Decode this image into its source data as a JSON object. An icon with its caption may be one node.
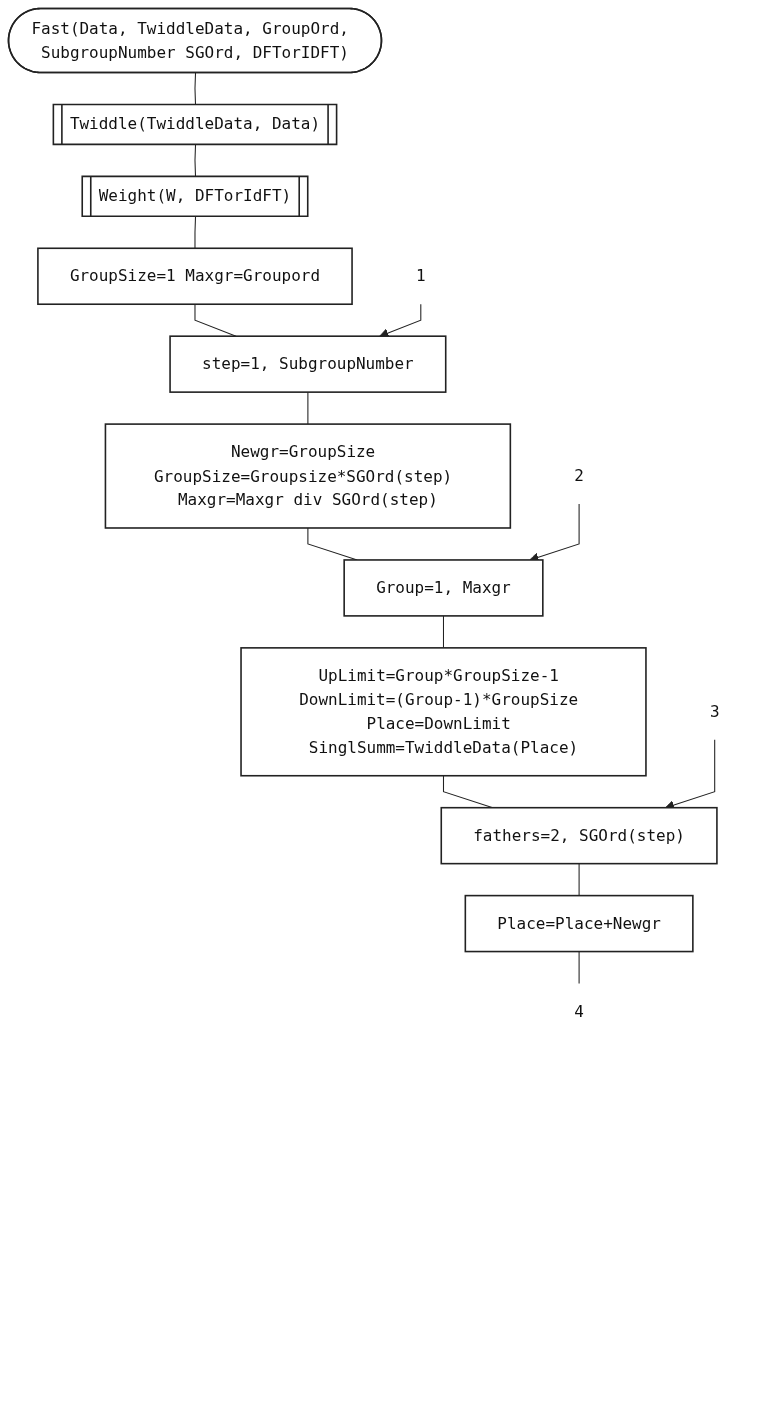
{
  "diagram": {
    "nodes": [
      {
        "text": [
          "Fast(Data, TwiddleData, GroupOrd, SubgroupNumber SGOrd, DFTorIDFT)"
        ]
      },
      {
        "text": [
          "Twiddle(TwiddleData, Data)"
        ]
      },
      {
        "text": [
          "Weight(W, DFTorIdFT)"
        ]
      },
      {
        "text": [
          "GroupSize=1 Maxgr=Groupord"
        ]
      },
      {
        "text": [
          "step=1, SubgroupNumber"
        ]
      },
      {
        "text": [
          "Newgr=GroupSize GroupSize=Groupsize*SGOrd(step) Maxgr=Maxgr div SGOrd(step)"
        ]
      },
      {
        "text": [
          "Group=1, Maxgr"
        ]
      },
      {
        "text": [
          "UpLimit=Group*GroupSize-1 DownLimit=(Group-1)*GroupSize Place=DownLimit SinglSumm=TwiddleData(Place)"
        ]
      },
      {
        "text": [
          "fathers=2, SGOrd(step)"
        ]
      },
      {
        "text": [
          "Place=Place+Newgr"
        ]
      },
      {
        "text": [
          "1"
        ]
      },
      {
        "text": [
          "2"
        ]
      },
      {
        "text": [
          "3"
        ]
      },
      {
        "text": [
          "4"
        ]
      }
    ],
    "edges": [
      {
        "from": 0,
        "to": 1,
        "arrow": "none"
      },
      {
        "from": 1,
        "to": 2,
        "arrow": "none"
      },
      {
        "from": 2,
        "to": 3,
        "arrow": "none"
      },
      {
        "from": 3,
        "to": 4,
        "arrow": "none"
      },
      {
        "from": 10,
        "to": 4,
        "arrow": "to"
      },
      {
        "from": 4,
        "to": 5,
        "arrow": "none"
      },
      {
        "from": 5,
        "to": 6,
        "arrow": "none"
      },
      {
        "from": 11,
        "to": 6,
        "arrow": "to"
      },
      {
        "from": 6,
        "to": 7,
        "arrow": "none"
      },
      {
        "from": 7,
        "to": 8,
        "arrow": "none"
      },
      {
        "from": 12,
        "to": 8,
        "arrow": "to"
      },
      {
        "from": 8,
        "to": 9,
        "arrow": "none"
      },
      {
        "from": 9,
        "to": 13,
        "arrow": "none"
      }
    ]
  }
}
